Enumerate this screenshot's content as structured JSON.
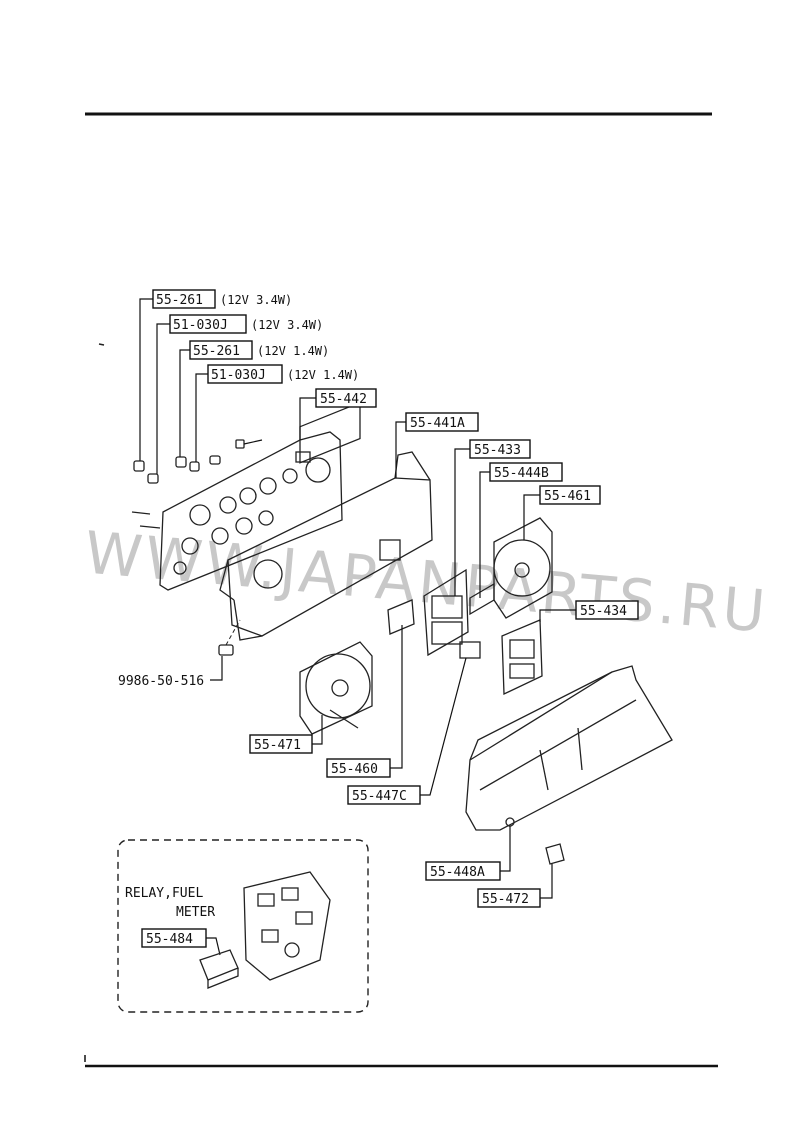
{
  "watermark": "WWW.JAPANPARTS.RU",
  "parts": {
    "p1": "55-261",
    "p2": "51-030J",
    "p3": "55-261",
    "p4": "51-030J",
    "p5": "55-442",
    "p6": "55-441A",
    "p7": "55-433",
    "p8": "55-444B",
    "p9": "55-461",
    "p10": "55-434",
    "p11": "9986-50-516",
    "p12": "55-471",
    "p13": "55-460",
    "p14": "55-447C",
    "p15": "55-448A",
    "p16": "55-472",
    "p17": "55-484"
  },
  "specs": {
    "s1": "(12V 3.4W)",
    "s2": "(12V 3.4W)",
    "s3": "(12V 1.4W)",
    "s4": "(12V 1.4W)"
  },
  "inset": {
    "line1": "RELAY,FUEL",
    "line2": "METER"
  }
}
